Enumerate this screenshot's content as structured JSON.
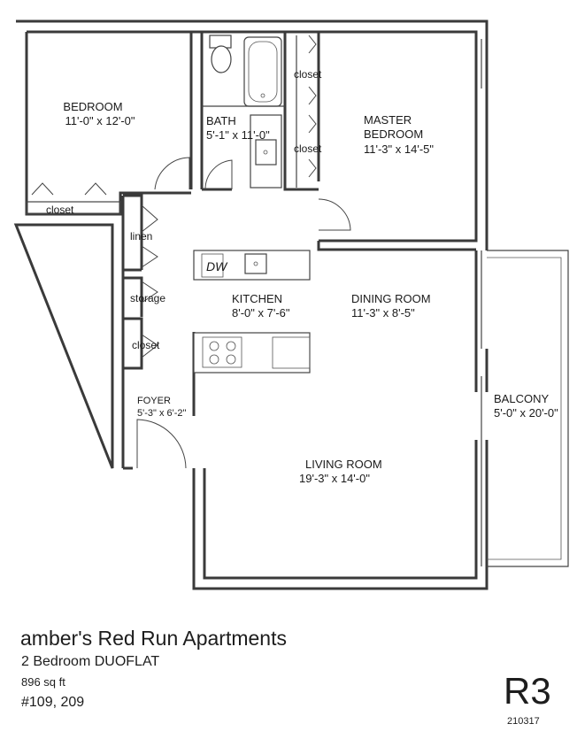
{
  "rooms": {
    "bedroom": {
      "name": "BEDROOM",
      "dims": "11'-0\" x 12'-0\""
    },
    "bath": {
      "name": "BATH",
      "dims": "5'-1\" x 11'-0\""
    },
    "master": {
      "name1": "MASTER",
      "name2": "BEDROOM",
      "dims": "11'-3\" x 14'-5\""
    },
    "kitchen": {
      "name": "KITCHEN",
      "dims": "8'-0\" x 7'-6\""
    },
    "dining": {
      "name": "DINING ROOM",
      "dims": "11'-3\" x 8'-5\""
    },
    "living": {
      "name": "LIVING ROOM",
      "dims": "19'-3\" x 14'-0\""
    },
    "balcony": {
      "name": "BALCONY",
      "dims": "5'-0\" x 20'-0\""
    },
    "foyer": {
      "name": "FOYER",
      "dims": "5'-3\" x 6'-2\""
    }
  },
  "storage_labels": {
    "closet_bedroom": "closet",
    "closet_master_top": "closet",
    "closet_master_bottom": "closet",
    "linen": "linen",
    "storage": "storage",
    "closet_hall": "closet"
  },
  "appliance": {
    "dishwasher": "DW"
  },
  "footer": {
    "title": "amber's Red Run Apartments",
    "subtitle": "2 Bedroom DUOFLAT",
    "sqft": "896 sq ft",
    "units": "#109, 209",
    "plan_code": "R3",
    "plan_number": "210317"
  }
}
